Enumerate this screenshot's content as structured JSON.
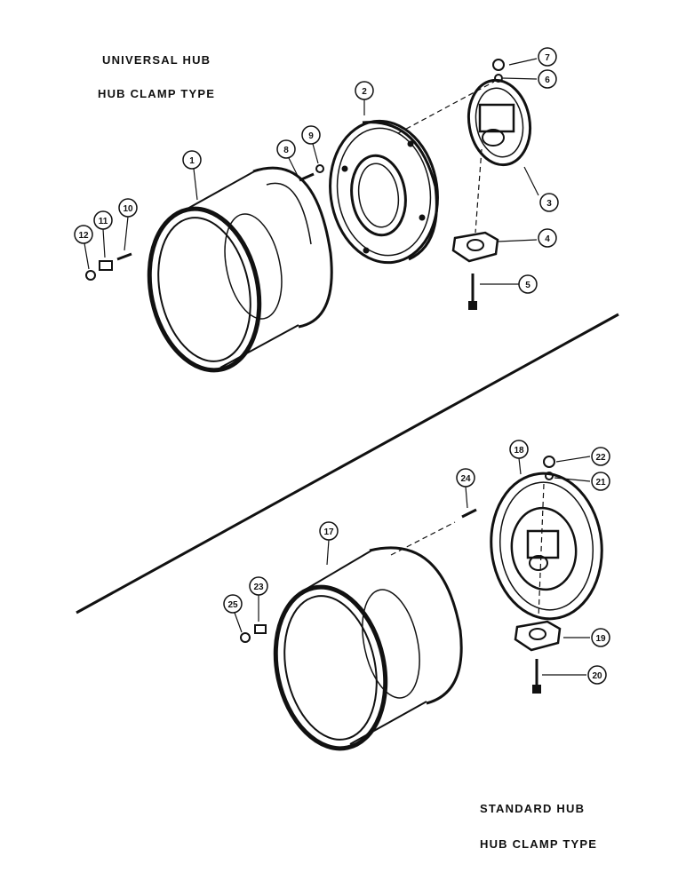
{
  "headings": {
    "universal_title": "UNIVERSAL HUB",
    "universal_subtitle": "HUB CLAMP TYPE",
    "standard_title": "STANDARD HUB",
    "standard_subtitle": "HUB CLAMP TYPE"
  },
  "callouts": [
    "1",
    "2",
    "3",
    "4",
    "5",
    "6",
    "7",
    "8",
    "9",
    "10",
    "11",
    "12",
    "17",
    "18",
    "19",
    "20",
    "21",
    "22",
    "23",
    "24",
    "25"
  ],
  "colors": {
    "ink": "#111111",
    "background": "#ffffff"
  }
}
